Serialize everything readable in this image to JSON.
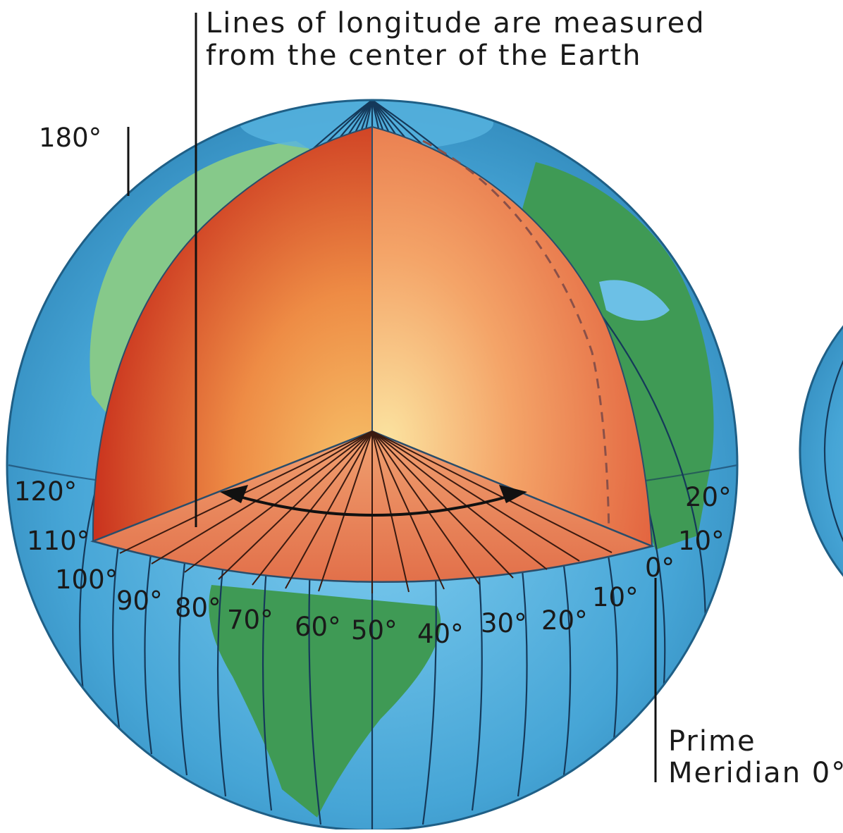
{
  "caption": {
    "line1": "Lines of longitude are measured",
    "line2": "from the center of the Earth"
  },
  "labels": {
    "deg180": "180°",
    "deg120": "120°",
    "deg110": "110°",
    "deg100": "100°",
    "deg90": "90°",
    "deg80": "80°",
    "deg70": "70°",
    "deg60": "60°",
    "deg50": "50°",
    "deg40": "40°",
    "deg30": "30°",
    "deg20": "20°",
    "deg10": "10°",
    "deg0": "0°",
    "right20": "20°",
    "right10": "10°"
  },
  "prime_meridian": {
    "line1": "Prime",
    "line2": "Meridian 0°"
  },
  "colors": {
    "ocean": "#4aa9d8",
    "land": "#3f9a55",
    "core_light": "#f9d98a",
    "core_dark": "#c62a1a",
    "wedge": "#e8825a"
  }
}
